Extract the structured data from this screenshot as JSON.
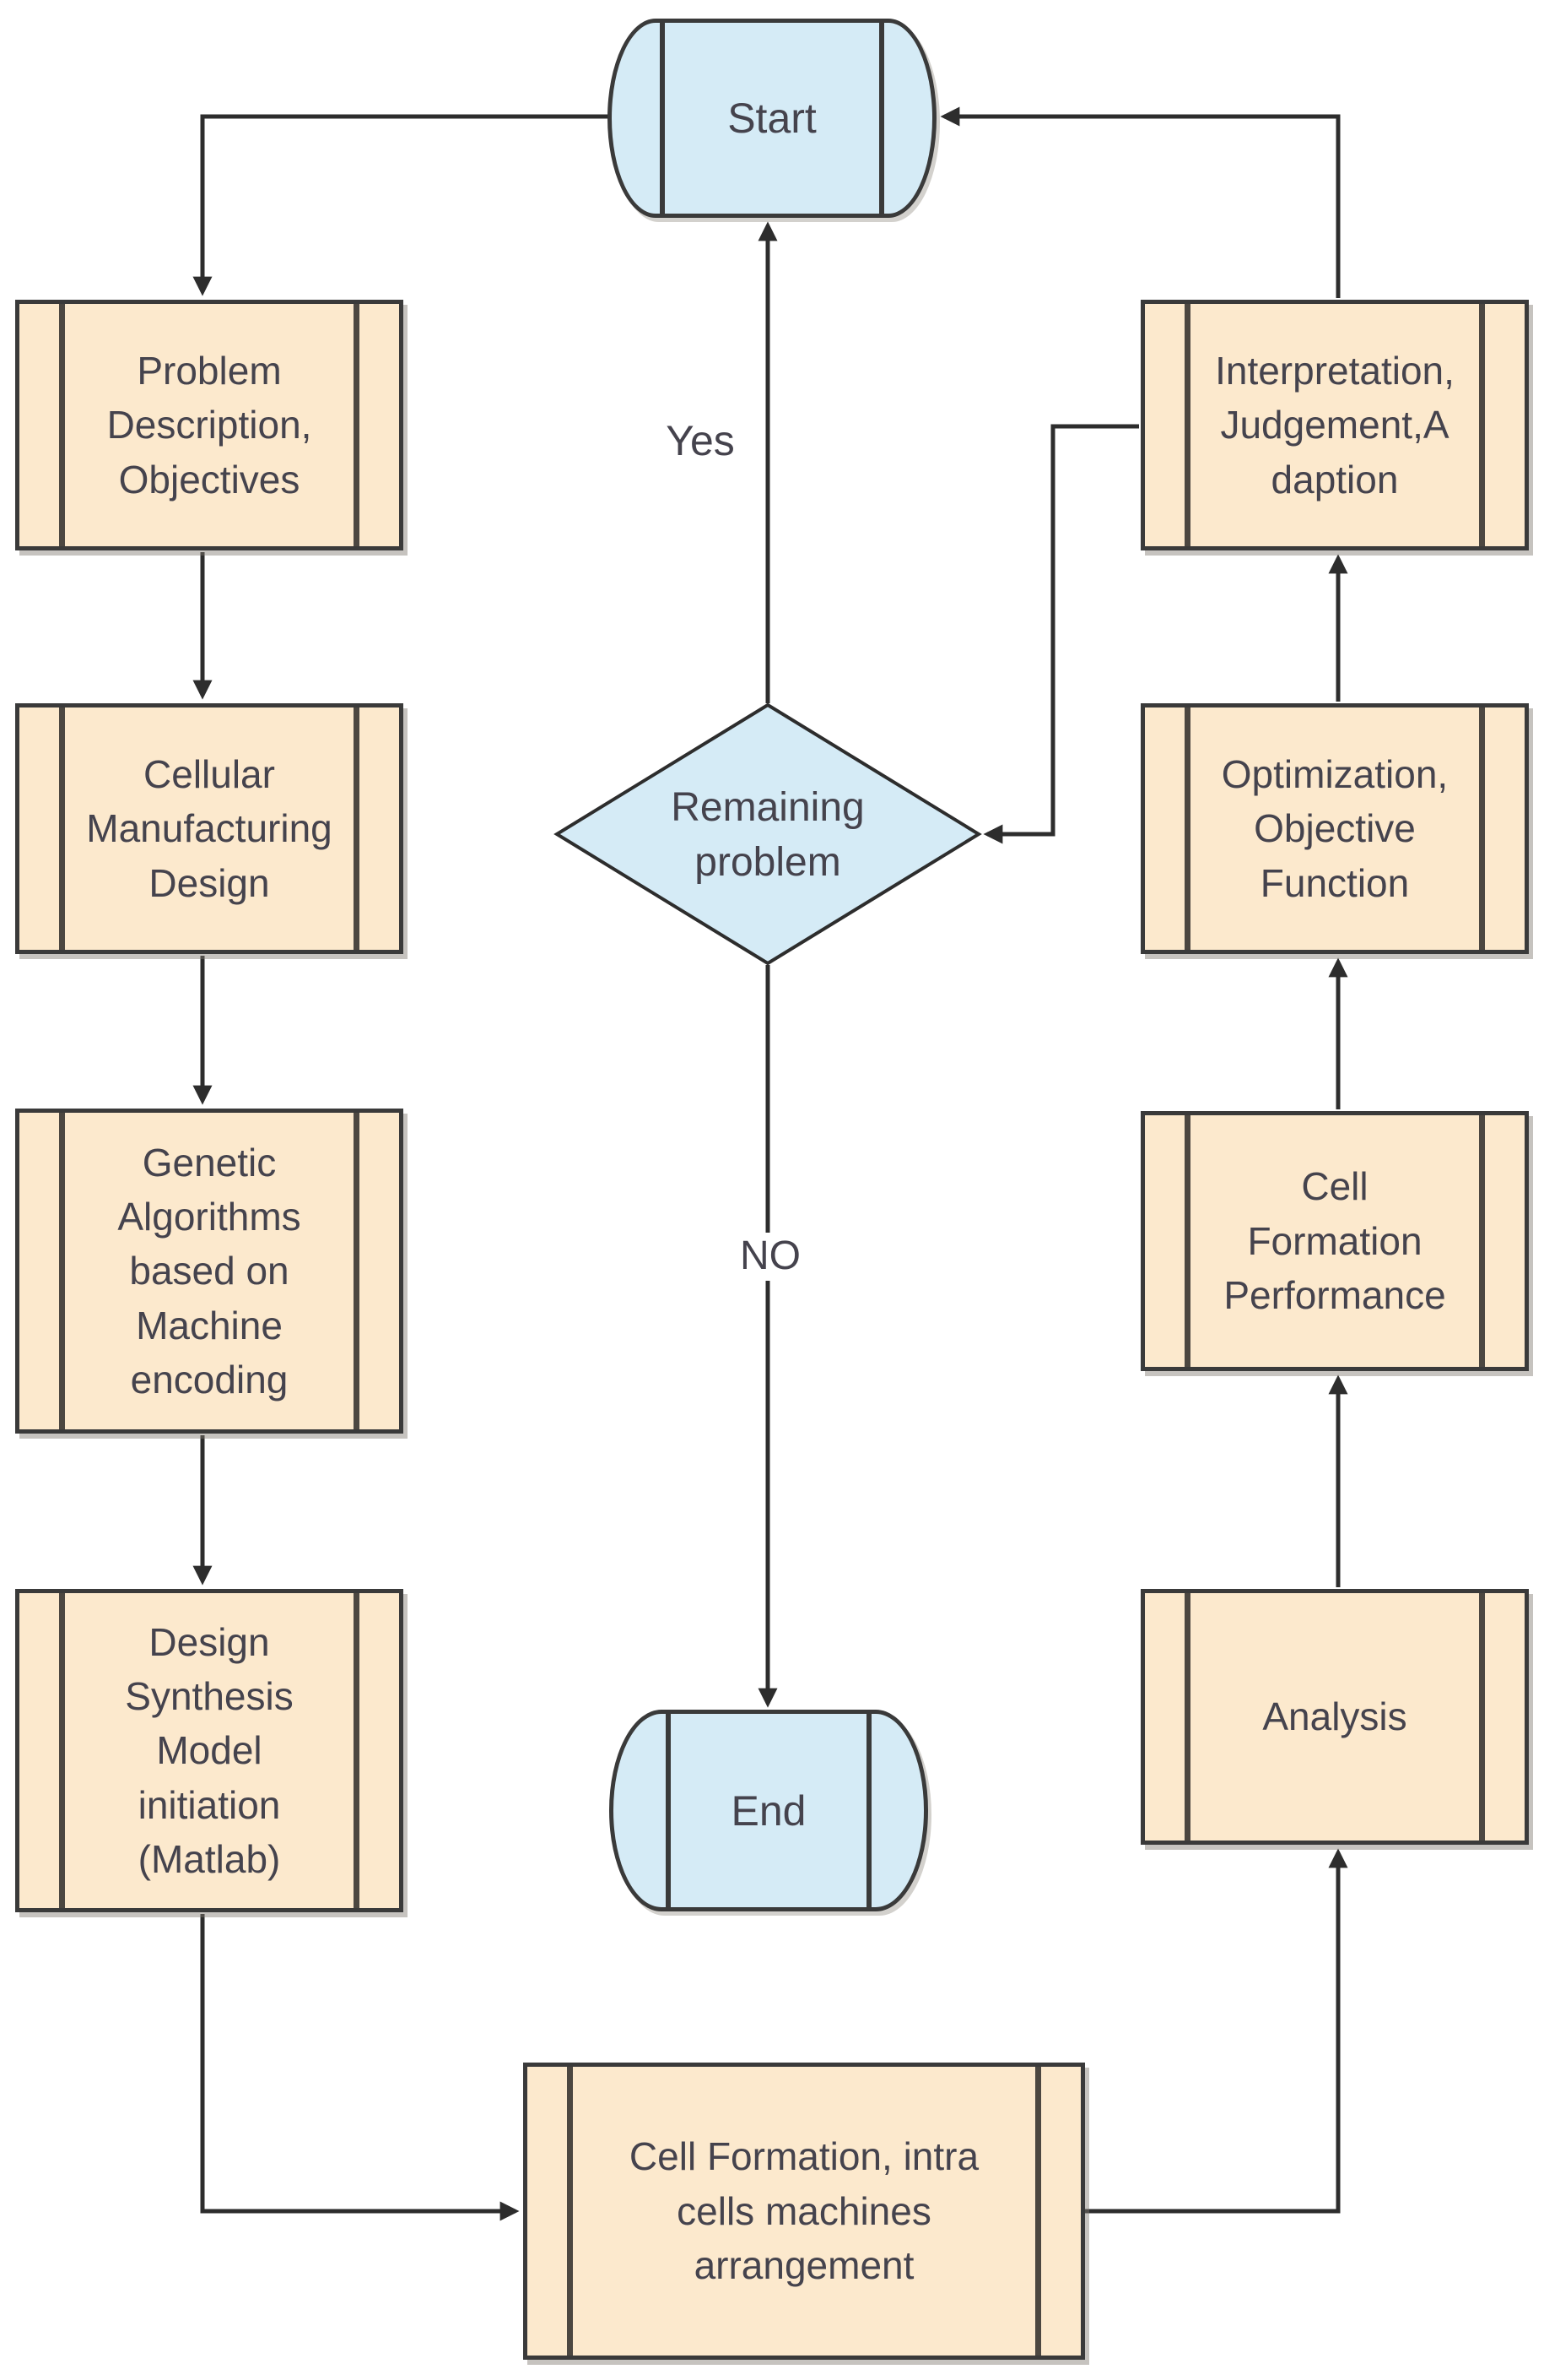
{
  "diagram": {
    "nodes": {
      "start": {
        "label": "Start",
        "type": "terminator"
      },
      "problem": {
        "label": "Problem\nDescription,\nObjectives",
        "type": "predefined-process"
      },
      "cellular": {
        "label": "Cellular\nManufacturing\nDesign",
        "type": "predefined-process"
      },
      "genetic": {
        "label": "Genetic\nAlgorithms\nbased on\nMachine\nencoding",
        "type": "predefined-process"
      },
      "design": {
        "label": "Design\nSynthesis\nModel\ninitiation\n(Matlab)",
        "type": "predefined-process"
      },
      "cell_formation": {
        "label": "Cell Formation, intra\ncells machines\narrangement",
        "type": "predefined-process"
      },
      "analysis": {
        "label": "Analysis",
        "type": "predefined-process"
      },
      "cfp": {
        "label": "Cell\nFormation\nPerformance",
        "type": "predefined-process"
      },
      "optimization": {
        "label": "Optimization,\nObjective\nFunction",
        "type": "predefined-process"
      },
      "interpretation": {
        "label": "Interpretation,\nJudgement,A\ndaption",
        "type": "predefined-process"
      },
      "remaining": {
        "label": "Remaining\nproblem",
        "type": "decision"
      },
      "end": {
        "label": "End",
        "type": "terminator"
      }
    },
    "edge_labels": {
      "yes": "Yes",
      "no": "NO"
    },
    "colors": {
      "terminator_fill": "#d5ebf6",
      "process_fill": "#fce9cd",
      "border": "#3a3a3a",
      "bar": "#4c4741",
      "line": "#2d2d2d",
      "text": "#45434d"
    }
  }
}
